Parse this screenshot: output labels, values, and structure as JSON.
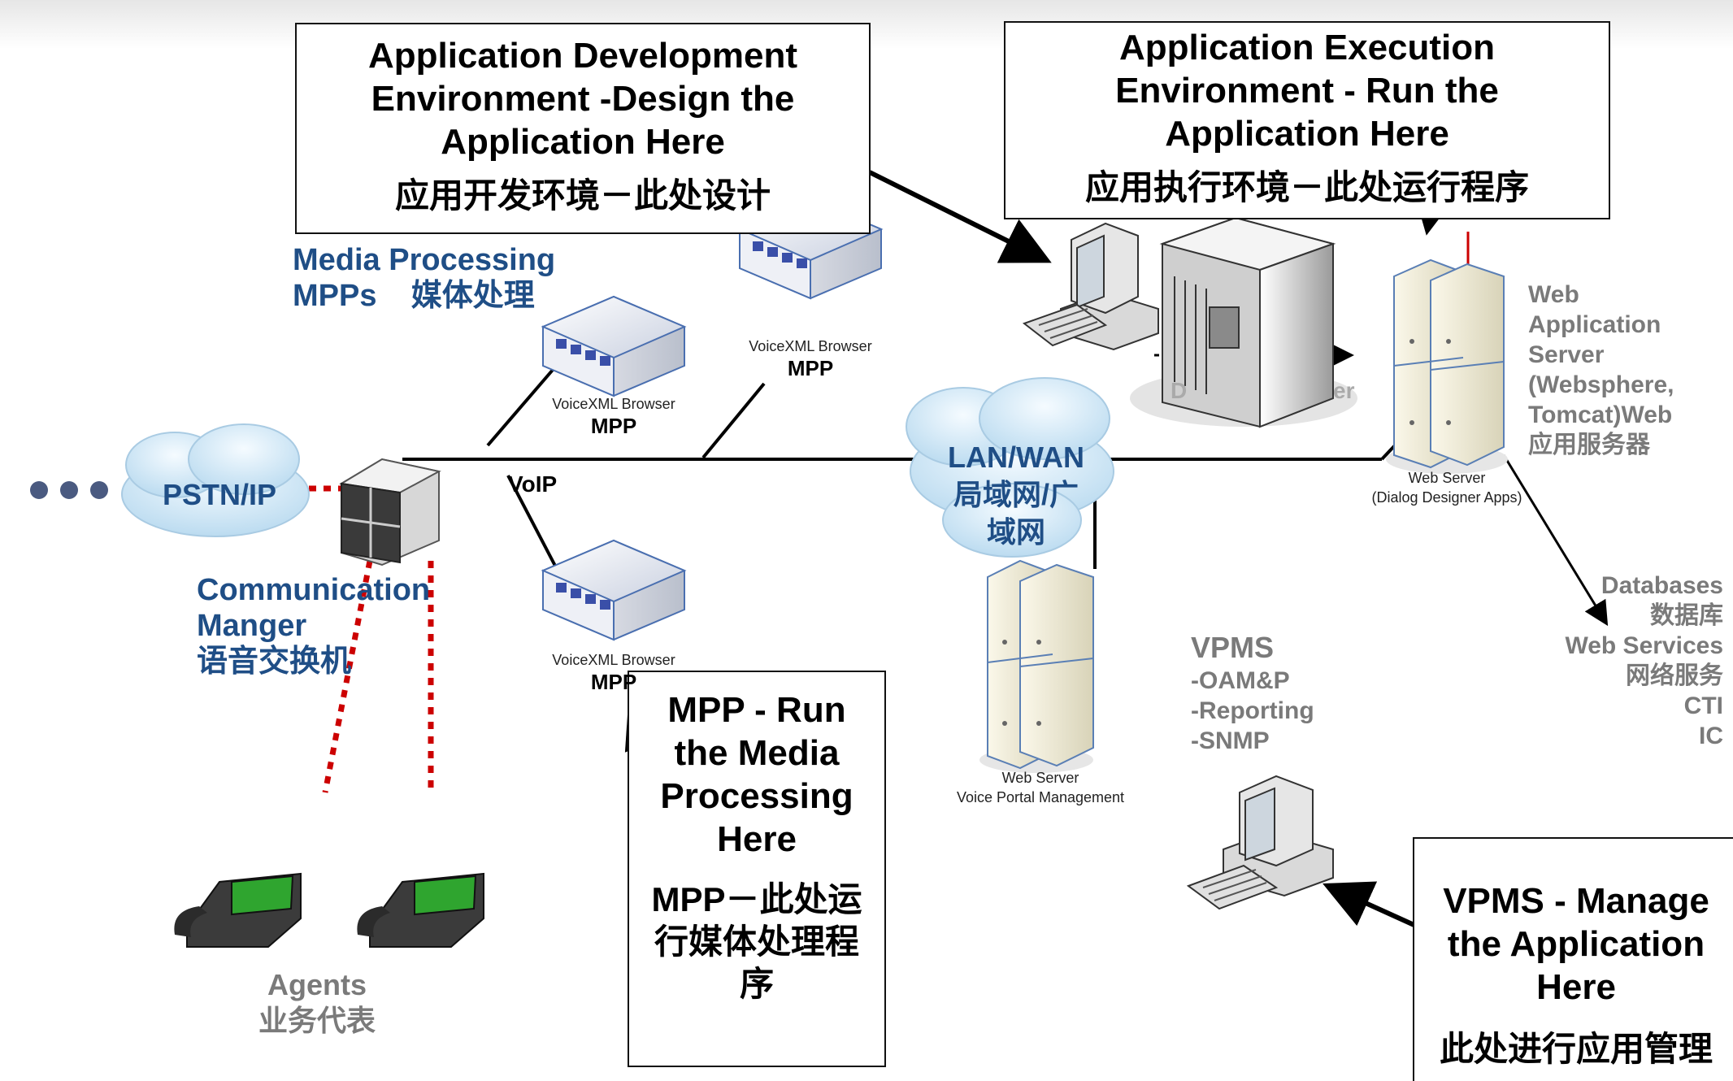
{
  "callouts": {
    "dev_env": {
      "en": [
        "Application Development",
        "Environment -Design the",
        "Application Here"
      ],
      "zh": "应用开发环境－此处设计"
    },
    "exec_env": {
      "en": [
        "Application Execution",
        "Environment - Run the",
        "Application Here"
      ],
      "zh": "应用执行环境－此处运行程序"
    },
    "mpp_run": {
      "en": [
        "MPP - Run",
        "the Media",
        "Processing",
        "Here"
      ],
      "zh": [
        "MPP－此处运",
        "行媒体处理程",
        "序"
      ]
    },
    "vpms_manage": {
      "en": [
        "VPMS - Manage",
        "the Application",
        "Here"
      ],
      "zh": "此处进行应用管理"
    }
  },
  "labels": {
    "media_processing": [
      "Media Processing",
      "MPPs    媒体处理"
    ],
    "comm_manager": [
      "Communication",
      "Manger",
      "语音交换机"
    ],
    "pstn": "PSTN/IP",
    "lan_wan": [
      "LAN/WAN",
      "局域网/广",
      "域网"
    ],
    "voip": "VoIP",
    "web_app_server": [
      "Web",
      "Application",
      "Server",
      "(Websphere,",
      "Tomcat)Web",
      "应用服务器"
    ],
    "databases": [
      "Databases",
      "数据库",
      "Web Services",
      "网络服务",
      "CTI",
      "IC"
    ],
    "vpms": [
      "VPMS",
      "-OAM&P",
      "-Reporting",
      "-SNMP"
    ],
    "agents": [
      "Agents",
      "业务代表"
    ],
    "ddserver_partial": [
      "D",
      "er"
    ]
  },
  "devices": {
    "mpp1": {
      "small": "VoiceXML Browser",
      "big": "MPP"
    },
    "mpp2": {
      "small": "VoiceXML Browser",
      "big": "MPP"
    },
    "mpp3": {
      "small": "VoiceXML Browser",
      "big": "MPP"
    },
    "web_server_dd": [
      "Web Server",
      "(Dialog Designer Apps)"
    ],
    "web_server_vpm": [
      "Web Server",
      "Voice Portal Management"
    ]
  },
  "colors": {
    "label_blue": "#1f4e86",
    "label_gray": "#7a7a7a",
    "dotted_red": "#cc0000",
    "mpp_blue": "#3a4fa8",
    "phone_screen": "#2fa52f",
    "pstn_dots": "#4a5a80"
  }
}
